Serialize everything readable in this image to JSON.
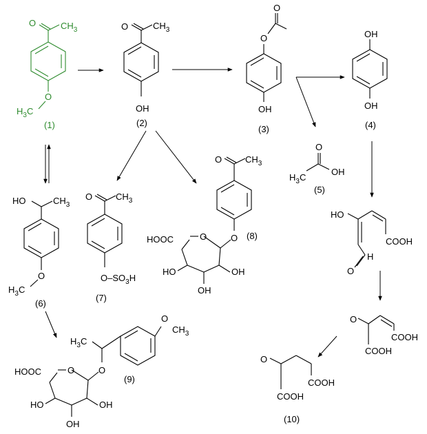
{
  "colors": {
    "bond": "#000000",
    "highlight": "#2e8b2e",
    "background": "#ffffff"
  },
  "compounds": {
    "c1": {
      "label": "(1)",
      "atoms": {
        "carbonyl_o": "O",
        "methyl": "CH",
        "methyl_sub": "3",
        "ether_o": "O",
        "methoxy": "H",
        "methoxy_sub": "3",
        "methoxy_c": "C"
      }
    },
    "c2": {
      "label": "(2)",
      "atoms": {
        "carbonyl_o": "O",
        "methyl": "CH",
        "methyl_sub": "3",
        "hydroxyl": "OH"
      }
    },
    "c3": {
      "label": "(3)",
      "atoms": {
        "carbonyl_o": "O",
        "ester_o": "O",
        "hydroxyl": "OH"
      }
    },
    "c4": {
      "label": "(4)",
      "atoms": {
        "top_oh": "OH",
        "bottom_oh": "OH"
      }
    },
    "c5": {
      "label": "(5)",
      "atoms": {
        "carbonyl_o": "O",
        "hydroxyl": "OH",
        "methyl": "H",
        "methyl_sub": "3",
        "methyl_c": "C"
      }
    },
    "c6": {
      "label": "(6)",
      "atoms": {
        "hydroxyl": "HO",
        "methyl": "CH",
        "methyl_sub": "3",
        "ether_o": "O",
        "methoxy": "H",
        "methoxy_sub": "3",
        "methoxy_c": "C"
      }
    },
    "c7": {
      "label": "(7)",
      "atoms": {
        "carbonyl_o": "O",
        "methyl": "CH",
        "methyl_sub": "3",
        "sulfo": "O–SO",
        "sulfo_sub": "3",
        "sulfo_h": "H"
      }
    },
    "c8": {
      "label": "(8)",
      "atoms": {
        "carbonyl_o": "O",
        "methyl": "CH",
        "methyl_sub": "3",
        "glyco_o": "O",
        "ring_o": "O",
        "cooh": "HOOC",
        "oh_left": "HO",
        "oh_right": "OH",
        "oh_bottom": "OH"
      }
    },
    "c9": {
      "label": "(9)",
      "atoms": {
        "ether_o": "O",
        "methoxy": "CH",
        "methoxy_sub": "3",
        "ethyl": "H",
        "ethyl_sub": "3",
        "ethyl_c": "C",
        "glyco_o": "O",
        "ring_o": "O",
        "cooh": "HOOC",
        "oh_left": "HO",
        "oh_right": "OH",
        "oh_bottom": "OH"
      }
    },
    "c10": {
      "label": "(10)",
      "atoms": {
        "keto_o": "O",
        "cooh_top": "COOH",
        "cooh_bottom": "COOH"
      }
    },
    "i1": {
      "atoms": {
        "hydroxyl": "HO",
        "aldehyde_o": "O",
        "aldehyde_h": "H",
        "cooh": "COOH"
      }
    },
    "i2": {
      "atoms": {
        "keto_o": "O",
        "cooh_top": "COOH",
        "cooh_bottom": "COOH"
      }
    }
  }
}
